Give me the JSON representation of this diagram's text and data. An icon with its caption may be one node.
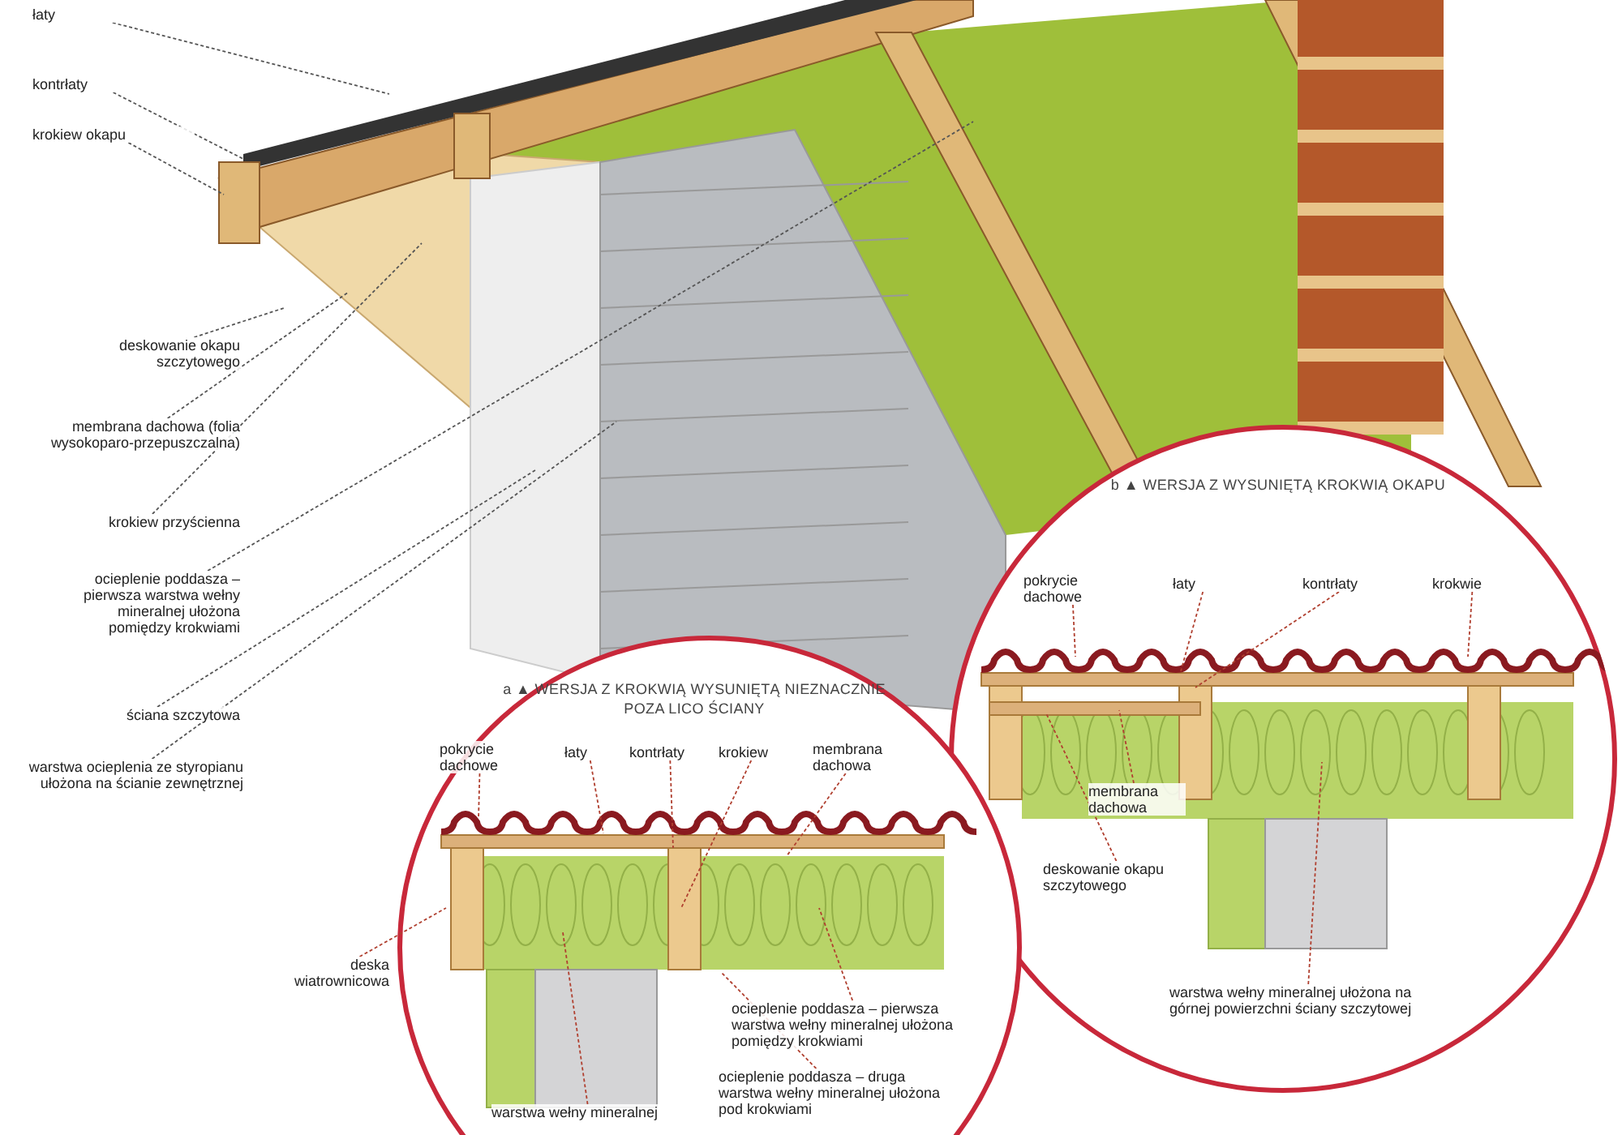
{
  "diagram": {
    "nodes": [
      {
        "text": [
          "łaty"
        ]
      },
      {
        "text": [
          "kontrłaty"
        ]
      },
      {
        "text": [
          "krokiew okapu"
        ]
      },
      {
        "text": [
          "deskowanie okapu szczytowego"
        ]
      },
      {
        "text": [
          "membrana dachowa (folia wysokoparo-przepuszczalna)"
        ]
      },
      {
        "text": [
          "krokiew przyścienna"
        ]
      },
      {
        "text": [
          "ocieplenie poddasza – pierwsza warstwa wełny mineralnej ułożona pomiędzy krokwiami"
        ]
      },
      {
        "text": [
          "ściana szczytowa"
        ]
      },
      {
        "text": [
          "warstwa ocieplenia ze styropianu ułożona na ścianie zewnętrznej"
        ]
      },
      {
        "text": [
          "b ▲ WERSJA Z WYSUNIĘTĄ KROKWIĄ OKAPU"
        ]
      },
      {
        "text": [
          "pokrycie dachowe"
        ],
        "in": 9
      },
      {
        "text": [
          "łaty"
        ],
        "in": 9
      },
      {
        "text": [
          "kontrłaty"
        ],
        "in": 9
      },
      {
        "text": [
          "krokwie"
        ],
        "in": 9
      },
      {
        "text": [
          "membrana dachowa"
        ],
        "in": 9
      },
      {
        "text": [
          "deskowanie okapu szczytowego"
        ],
        "in": 9
      },
      {
        "text": [
          "warstwa wełny mineralnej ułożona na górnej powierzchni ściany szczytowej"
        ],
        "in": 9
      },
      {
        "text": [
          "a ▲ WERSJA Z KROKWIĄ WYSUNIĘTĄ NIEZNACZNIE POZA LICO ŚCIANY"
        ]
      },
      {
        "text": [
          "pokrycie dachowe"
        ],
        "in": 17
      },
      {
        "text": [
          "łaty"
        ],
        "in": 17
      },
      {
        "text": [
          "kontrłaty"
        ],
        "in": 17
      },
      {
        "text": [
          "krokiew"
        ],
        "in": 17
      },
      {
        "text": [
          "membrana dachowa"
        ],
        "in": 17
      },
      {
        "text": [
          "deska wiatrownicowa"
        ]
      },
      {
        "text": [
          "ocieplenie poddasza – pierwsza warstwa wełny mineralnej ułożona pomiędzy krokwiami"
        ],
        "in": 17
      },
      {
        "text": [
          "ocieplenie poddasza – druga warstwa wełny mineralnej ułożona pod krokwiami"
        ],
        "in": 17
      },
      {
        "text": [
          "warstwa wełny mineralnej"
        ],
        "in": 17
      }
    ],
    "edges": [
      {
        "from": 0,
        "to": null,
        "arrow": "none",
        "color": "#555555"
      },
      {
        "from": 1,
        "to": null,
        "arrow": "none",
        "color": "#555555"
      },
      {
        "from": 2,
        "to": null,
        "arrow": "none",
        "color": "#555555"
      },
      {
        "from": 3,
        "to": null,
        "arrow": "none",
        "color": "#555555"
      },
      {
        "from": 4,
        "to": null,
        "arrow": "none",
        "color": "#555555"
      },
      {
        "from": 5,
        "to": null,
        "arrow": "none",
        "color": "#555555"
      },
      {
        "from": 6,
        "to": null,
        "arrow": "none",
        "color": "#555555"
      },
      {
        "from": 7,
        "to": null,
        "arrow": "none",
        "color": "#555555"
      },
      {
        "from": 8,
        "to": null,
        "arrow": "none",
        "color": "#555555"
      },
      {
        "from": 10,
        "to": null,
        "arrow": "none"
      },
      {
        "from": 11,
        "to": null,
        "arrow": "none"
      },
      {
        "from": 12,
        "to": null,
        "arrow": "none"
      },
      {
        "from": 13,
        "to": null,
        "arrow": "none"
      },
      {
        "from": 14,
        "to": null,
        "arrow": "none"
      },
      {
        "from": 15,
        "to": null,
        "arrow": "none"
      },
      {
        "from": 16,
        "to": null,
        "arrow": "none"
      },
      {
        "from": 18,
        "to": null,
        "arrow": "none"
      },
      {
        "from": 19,
        "to": null,
        "arrow": "none"
      },
      {
        "from": 20,
        "to": null,
        "arrow": "none"
      },
      {
        "from": 21,
        "to": null,
        "arrow": "none"
      },
      {
        "from": 22,
        "to": null,
        "arrow": "none"
      },
      {
        "from": 23,
        "to": null,
        "arrow": "none"
      },
      {
        "from": 24,
        "to": null,
        "arrow": "none"
      },
      {
        "from": 25,
        "to": null,
        "arrow": "none"
      },
      {
        "from": 26,
        "to": null,
        "arrow": "none"
      }
    ]
  }
}
